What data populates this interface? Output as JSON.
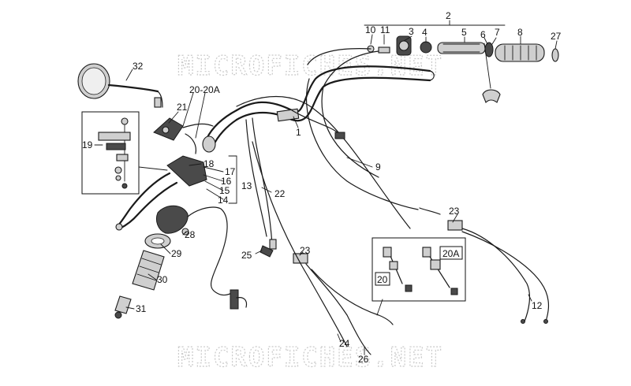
{
  "watermark": "MICROFICHES.NET",
  "callouts": [
    {
      "id": "1",
      "text": "1"
    },
    {
      "id": "2",
      "text": "2"
    },
    {
      "id": "3",
      "text": "3"
    },
    {
      "id": "4",
      "text": "4"
    },
    {
      "id": "5",
      "text": "5"
    },
    {
      "id": "6",
      "text": "6"
    },
    {
      "id": "7",
      "text": "7"
    },
    {
      "id": "8",
      "text": "8"
    },
    {
      "id": "9",
      "text": "9"
    },
    {
      "id": "10",
      "text": "10"
    },
    {
      "id": "11",
      "text": "11"
    },
    {
      "id": "12",
      "text": "12"
    },
    {
      "id": "13",
      "text": "13"
    },
    {
      "id": "14",
      "text": "14"
    },
    {
      "id": "15",
      "text": "15"
    },
    {
      "id": "16",
      "text": "16"
    },
    {
      "id": "17",
      "text": "17"
    },
    {
      "id": "18",
      "text": "18"
    },
    {
      "id": "19",
      "text": "19"
    },
    {
      "id": "20-20A",
      "text": "20-20A"
    },
    {
      "id": "20",
      "text": "20"
    },
    {
      "id": "20A",
      "text": "20A"
    },
    {
      "id": "21",
      "text": "21"
    },
    {
      "id": "22",
      "text": "22"
    },
    {
      "id": "23a",
      "text": "23"
    },
    {
      "id": "23b",
      "text": "23"
    },
    {
      "id": "24",
      "text": "24"
    },
    {
      "id": "25",
      "text": "25"
    },
    {
      "id": "26",
      "text": "26"
    },
    {
      "id": "27",
      "text": "27"
    },
    {
      "id": "28",
      "text": "28"
    },
    {
      "id": "29",
      "text": "29"
    },
    {
      "id": "30",
      "text": "30"
    },
    {
      "id": "31",
      "text": "31"
    },
    {
      "id": "32",
      "text": "32"
    }
  ]
}
